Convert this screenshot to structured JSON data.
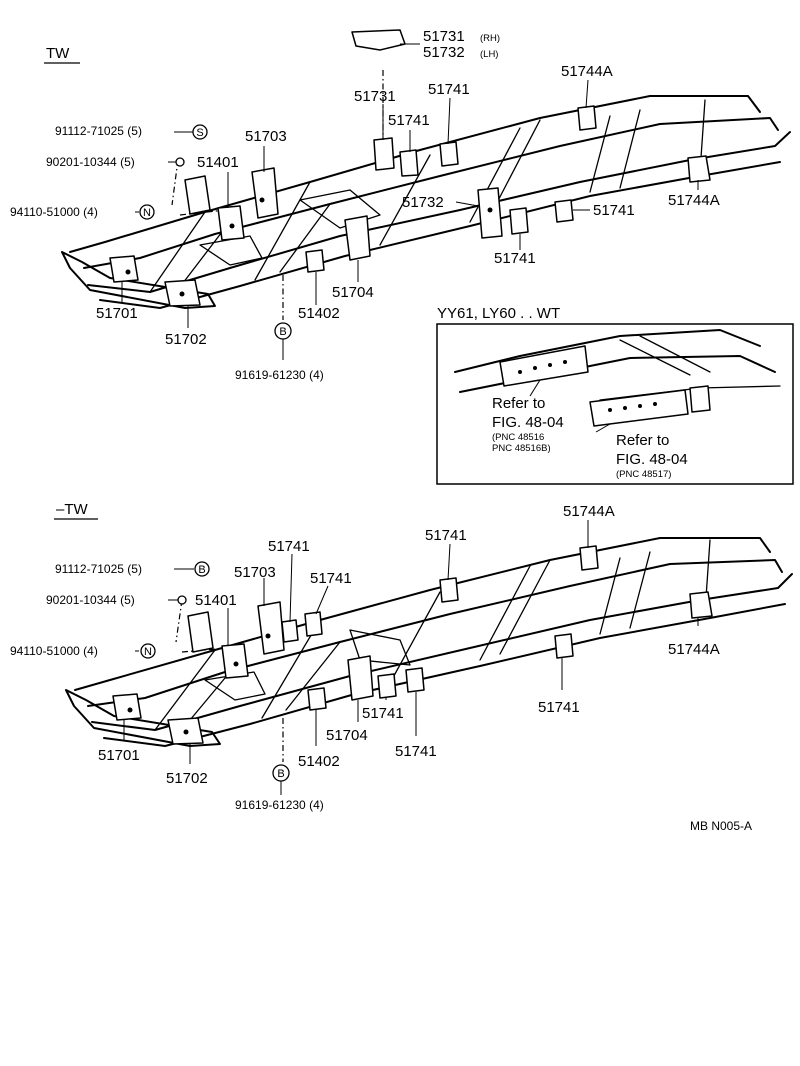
{
  "top_section": {
    "title": "TW",
    "labels": {
      "p51731_rh": "51731",
      "rh": "(RH)",
      "p51732_lh": "51732",
      "lh": "(LH)",
      "p51731": "51731",
      "p51741_a": "51741",
      "p51741_b": "51741",
      "p51744a_a": "51744A",
      "p51744a_b": "51744A",
      "p51703": "51703",
      "p51401": "51401",
      "p51732": "51732",
      "p51741_c": "51741",
      "p51741_d": "51741",
      "p51704": "51704",
      "p51402": "51402",
      "p51701": "51701",
      "p51702": "51702",
      "bolt": "91112-71025 (5)",
      "washer": "90201-10344 (5)",
      "nut": "94110-51000 (4)",
      "rivet": "91619-61230 (4)"
    },
    "symbols": {
      "bolt": "S",
      "nut": "N",
      "rivet": "B"
    }
  },
  "inset": {
    "title": "YY61, LY60 . . WT",
    "refer1": "Refer to",
    "fig1": "FIG. 48-04",
    "pnc1a": "(PNC 48516",
    "pnc1b": "PNC 48516B)",
    "refer2": "Refer to",
    "fig2": "FIG. 48-04",
    "pnc2": "(PNC 48517)"
  },
  "bottom_section": {
    "title": "–TW",
    "labels": {
      "p51744a_a": "51744A",
      "p51744a_b": "51744A",
      "p51741_a": "51741",
      "p51741_b": "51741",
      "p51741_c": "51741",
      "p51741_d": "51741",
      "p51741_e": "51741",
      "p51741_f": "51741",
      "p51703": "51703",
      "p51401": "51401",
      "p51704": "51704",
      "p51402": "51402",
      "p51701": "51701",
      "p51702": "51702",
      "bolt": "91112-71025 (5)",
      "washer": "90201-10344 (5)",
      "nut": "94110-51000 (4)",
      "rivet": "91619-61230 (4)"
    },
    "symbols": {
      "bolt": "B",
      "nut": "N",
      "rivet": "B"
    }
  },
  "footer": {
    "code": "MB  N005-A"
  }
}
